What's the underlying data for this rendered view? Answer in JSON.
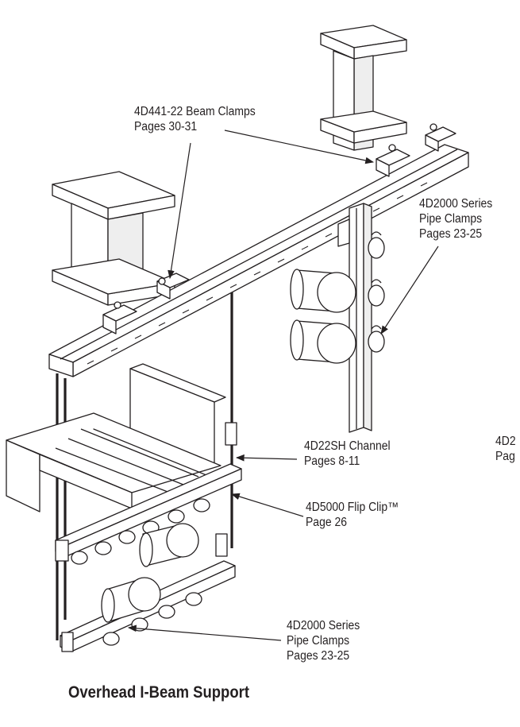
{
  "callouts": {
    "beam_clamps": {
      "line1": "4D441-22 Beam Clamps",
      "line2": "Pages 30-31"
    },
    "pipe_clamps_upper": {
      "line1": "4D2000 Series",
      "line2": "Pipe Clamps",
      "line3": "Pages 23-25"
    },
    "channel": {
      "line1": "4D22SH Channel",
      "line2": "Pages 8-11"
    },
    "flip_clip": {
      "line1": "4D5000 Flip Clip™",
      "line2": "Page 26"
    },
    "pipe_clamps_lower": {
      "line1": "4D2000 Series",
      "line2": "Pipe Clamps",
      "line3": "Pages 23-25"
    },
    "cropped_right": {
      "line1": "4D2",
      "line2": "Pag"
    }
  },
  "caption": "Overhead I-Beam Support",
  "colors": {
    "ink": "#231f20",
    "fill": "#ffffff",
    "shade": "#e6e6e6"
  }
}
